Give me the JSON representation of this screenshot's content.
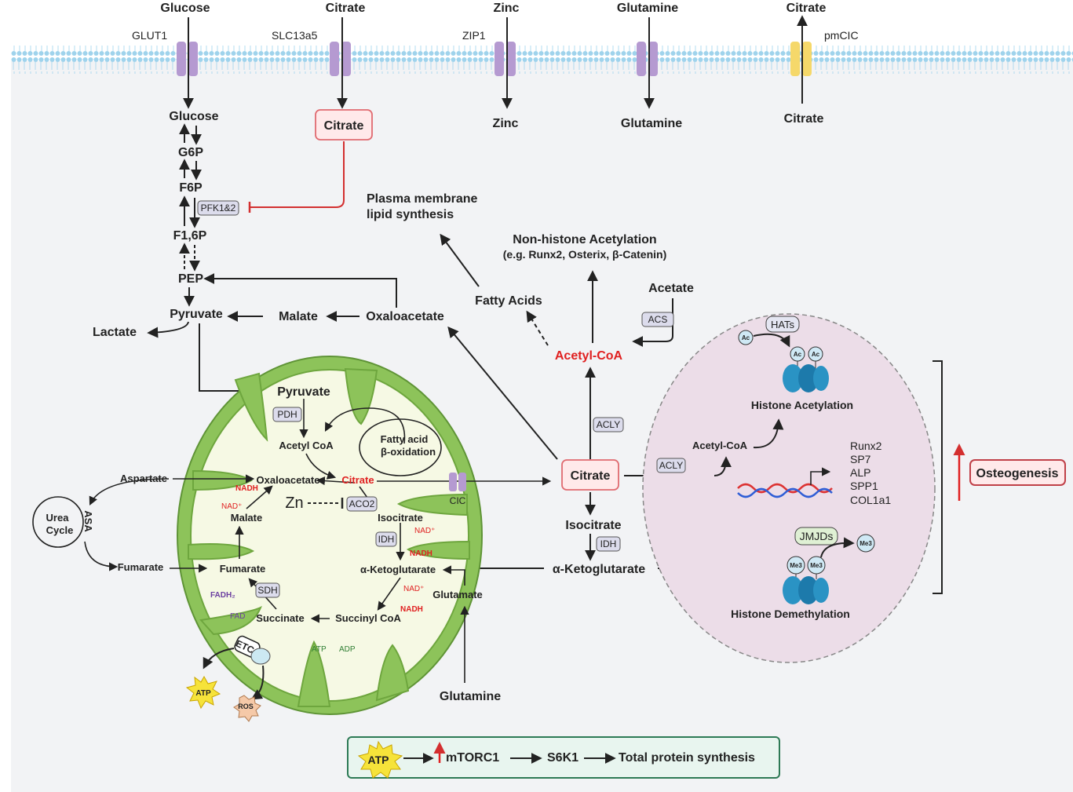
{
  "membrane": {
    "glucose_out": "Glucose",
    "citrate_out_1": "Citrate",
    "zinc_out": "Zinc",
    "glutamine_out": "Glutamine",
    "citrate_out_2": "Citrate",
    "glut1": "GLUT1",
    "slc13a5": "SLC13a5",
    "zip1": "ZIP1",
    "pmcic": "pmCIC",
    "glucose_in": "Glucose",
    "citrate_in": "Citrate",
    "zinc_in": "Zinc",
    "glutamine_in": "Glutamine",
    "citrate_in_2": "Citrate"
  },
  "glycolysis": {
    "g6p": "G6P",
    "f6p": "F6P",
    "pfk": "PFK1&2",
    "f16p": "F1,6P",
    "pep": "PEP",
    "pyruvate": "Pyruvate",
    "lactate": "Lactate",
    "malate": "Malate",
    "oxaloacetate": "Oxaloacetate"
  },
  "cytosol": {
    "plasma_lipid_1": "Plasma membrane",
    "plasma_lipid_2": "lipid synthesis",
    "nonhistone_1": "Non-histone Acetylation",
    "nonhistone_2": "(e.g. Runx2, Osterix, β-Catenin)",
    "fatty_acids": "Fatty Acids",
    "acetate": "Acetate",
    "acs": "ACS",
    "acetyl_coa": "Acetyl-CoA",
    "acly": "ACLY",
    "citrate": "Citrate",
    "isocitrate": "Isocitrate",
    "idh": "IDH",
    "akg": "α-Ketoglutarate",
    "glutamine": "Glutamine"
  },
  "mito": {
    "pyruvate": "Pyruvate",
    "pdh": "PDH",
    "acetyl_coa": "Acetyl CoA",
    "fa_ox_1": "Fatty acid",
    "fa_ox_2": "β-oxidation",
    "oxaloacetate": "Oxaloacetate",
    "citrate": "Citrate",
    "cic": "CIC",
    "nadh1": "NADH",
    "nad1": "NAD⁺",
    "malate": "Malate",
    "zn": "Zn",
    "aco2": "ACO2",
    "isocitrate": "Isocitrate",
    "idh": "IDH",
    "nad2": "NAD⁺",
    "nadh2": "NADH",
    "akg": "α-Ketoglutarate",
    "nad3": "NAD⁺",
    "nadh3": "NADH",
    "fumarate": "Fumarate",
    "sdh": "SDH",
    "fadh2": "FADH₂",
    "fad": "FAD",
    "succinate": "Succinate",
    "succinyl_coa": "Succinyl CoA",
    "glutamate": "Glutamate",
    "atp": "ATP",
    "adp": "ADP",
    "etc": "ETC"
  },
  "urea": {
    "aspartate": "Aspartate",
    "urea_1": "Urea",
    "urea_2": "Cycle",
    "asa": "ASA",
    "fumarate": "Fumarate",
    "atp": "ATP",
    "ros": "ROS"
  },
  "nucleus": {
    "hats": "HATs",
    "ac": "Ac",
    "histone_acetylation": "Histone Acetylation",
    "acetyl_coa": "Acetyl-CoA",
    "acly": "ACLY",
    "genes": [
      "Runx2",
      "SP7",
      "ALP",
      "SPP1",
      "COL1a1"
    ],
    "jmjds": "JMJDs",
    "me3": "Me3",
    "histone_demethylation": "Histone Demethylation"
  },
  "outcome": {
    "osteogenesis": "Osteogenesis"
  },
  "bottom": {
    "atp": "ATP",
    "mtorc1": "mTORC1",
    "s6k1": "S6K1",
    "total": "Total protein synthesis"
  },
  "colors": {
    "membrane": "#9fd3ec",
    "mito": "#8dc35a",
    "mito_inner": "#f6f9e4",
    "nucleus": "#ecdde8",
    "inhibit": "#d32f2f",
    "box": "#ffe9ea"
  }
}
